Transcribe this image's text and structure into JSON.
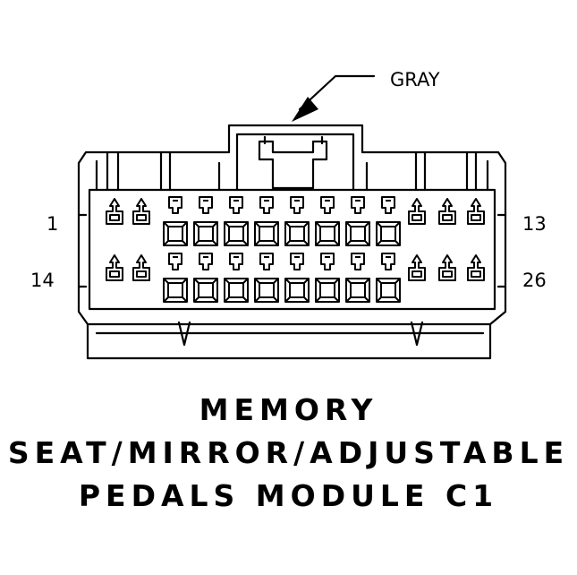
{
  "diagram": {
    "color_label": "GRAY",
    "pin_labels": {
      "top_left": "1",
      "top_right": "13",
      "bottom_left": "14",
      "bottom_right": "26"
    },
    "title_lines": [
      "MEMORY",
      "SEAT/MIRROR/ADJUSTABLE",
      "PEDALS MODULE C1"
    ],
    "rows": 2,
    "pins_per_row": 13,
    "pin_types": [
      "small",
      "small",
      "square",
      "square",
      "square",
      "square",
      "square",
      "square",
      "square",
      "square",
      "small",
      "small",
      "small"
    ],
    "line_color": "#000000",
    "background": "#ffffff"
  }
}
